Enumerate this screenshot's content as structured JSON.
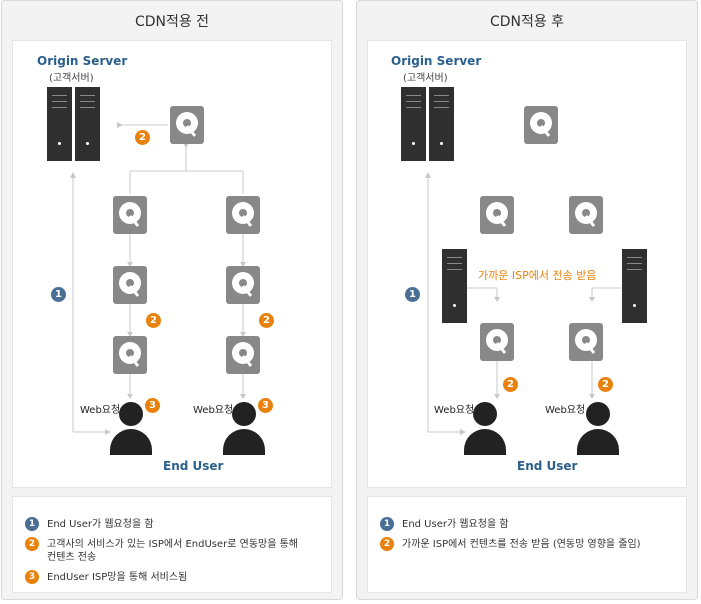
{
  "panels": {
    "before": {
      "title": "CDN적용 전",
      "origin_title": "Origin Server",
      "origin_sub": "(고객서버)",
      "web_request": "Web요청",
      "end_user": "End User",
      "badges": {
        "one": "1",
        "two": "2",
        "three": "3"
      },
      "legend": [
        {
          "num": "1",
          "text": "End User가 웹요청을 함"
        },
        {
          "num": "2",
          "text": "고객사의 서비스가 있는 ISP에서 EndUser로 연동망을 통해",
          "text2": "컨텐츠 전송"
        },
        {
          "num": "3",
          "text": "EndUser ISP망을 통해 서비스됨"
        }
      ]
    },
    "after": {
      "title": "CDN적용 후",
      "origin_title": "Origin Server",
      "origin_sub": "(고객서버)",
      "isp_note": "가까운 ISP에서 전송 받음",
      "web_request": "Web요청",
      "end_user": "End User",
      "badges": {
        "one": "1",
        "two": "2"
      },
      "legend": [
        {
          "num": "1",
          "text": "End User가 웹요청을 함"
        },
        {
          "num": "2",
          "text": "가까운 ISP에서 컨텐츠를 전송 받음 (연동망 영향을 줄임)"
        }
      ]
    }
  },
  "colors": {
    "accent_orange": "#e8820c",
    "accent_blue": "#4a6f94",
    "title_blue": "#2b5f8c"
  },
  "icons": [
    "server-icon",
    "hard-disk-icon",
    "user-icon"
  ]
}
